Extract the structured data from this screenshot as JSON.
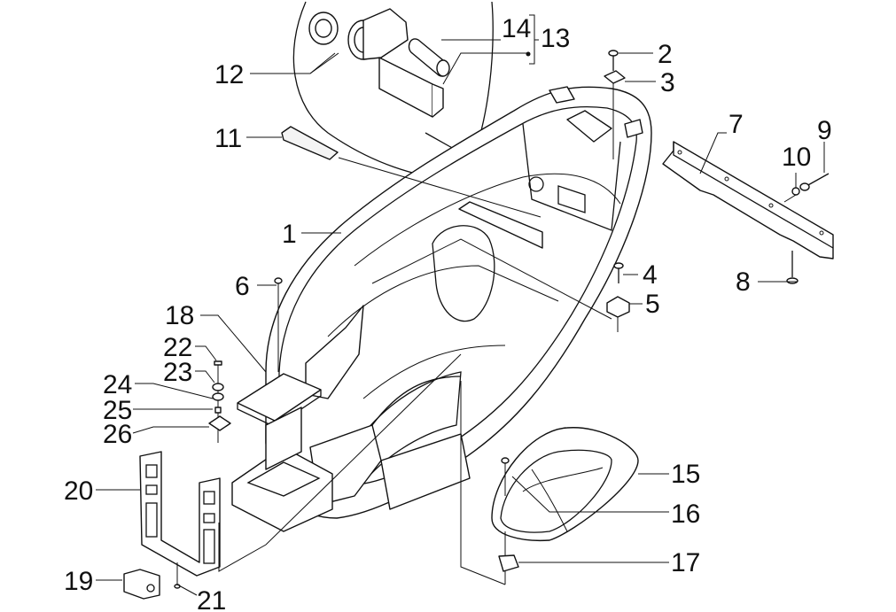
{
  "diagram": {
    "title": "Helmet housing - undersaddle exploded parts view",
    "colors": {
      "line": "#111111",
      "background": "#ffffff"
    },
    "detail_inset": {
      "description": "Magnified circle showing socket and fuse parts",
      "bracket_group": {
        "label": "13",
        "includes": [
          "14",
          "unnumbered cover"
        ]
      }
    },
    "callouts": [
      {
        "id": "1",
        "label": "1",
        "part": "helmet-compartment"
      },
      {
        "id": "2",
        "label": "2",
        "part": "screw"
      },
      {
        "id": "3",
        "label": "3",
        "part": "clip-nut"
      },
      {
        "id": "4",
        "label": "4",
        "part": "screw"
      },
      {
        "id": "5",
        "label": "5",
        "part": "clip-nut"
      },
      {
        "id": "6",
        "label": "6",
        "part": "screw"
      },
      {
        "id": "7",
        "label": "7",
        "part": "angle-bracket"
      },
      {
        "id": "8",
        "label": "8",
        "part": "screw"
      },
      {
        "id": "9",
        "label": "9",
        "part": "bolt"
      },
      {
        "id": "10",
        "label": "10",
        "part": "washer"
      },
      {
        "id": "11",
        "label": "11",
        "part": "cover-plug"
      },
      {
        "id": "12",
        "label": "12",
        "part": "power-socket"
      },
      {
        "id": "13",
        "label": "13",
        "part": "socket-kit"
      },
      {
        "id": "14",
        "label": "14",
        "part": "fuse"
      },
      {
        "id": "15",
        "label": "15",
        "part": "compartment-lid"
      },
      {
        "id": "16",
        "label": "16",
        "part": "screw"
      },
      {
        "id": "17",
        "label": "17",
        "part": "clip-nut"
      },
      {
        "id": "18",
        "label": "18",
        "part": "battery-cover"
      },
      {
        "id": "19",
        "label": "19",
        "part": "clamp"
      },
      {
        "id": "20",
        "label": "20",
        "part": "battery-strap"
      },
      {
        "id": "21",
        "label": "21",
        "part": "screw"
      },
      {
        "id": "22",
        "label": "22",
        "part": "screw"
      },
      {
        "id": "23",
        "label": "23",
        "part": "washer"
      },
      {
        "id": "24",
        "label": "24",
        "part": "spring-washer"
      },
      {
        "id": "25",
        "label": "25",
        "part": "spacer"
      },
      {
        "id": "26",
        "label": "26",
        "part": "clip-nut"
      }
    ]
  }
}
